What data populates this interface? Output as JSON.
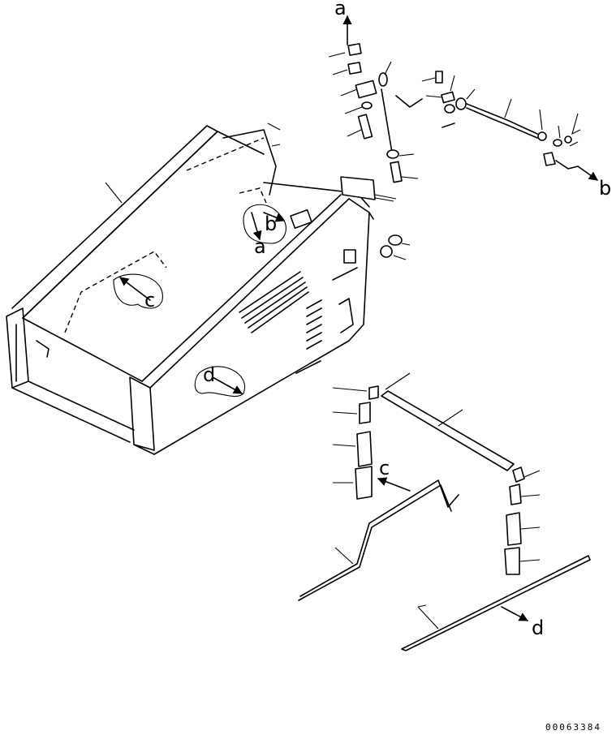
{
  "callouts": {
    "a": "a",
    "b": "b",
    "c": "c",
    "d": "d"
  },
  "drawing_number": "00063384"
}
